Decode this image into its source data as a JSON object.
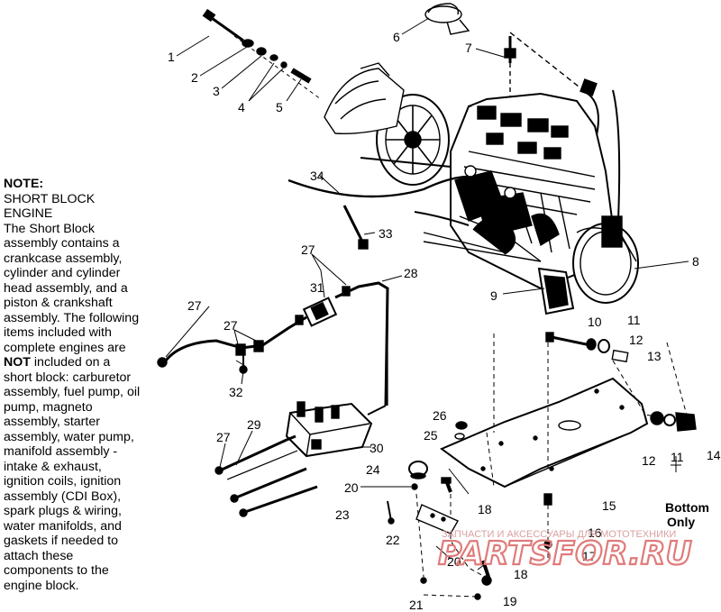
{
  "note": {
    "heading": "NOTE:",
    "title": "SHORT BLOCK ENGINE",
    "line_a": "The Short Block assembly contains a crankcase assembly, cylinder and cylinder head assembly, and a piston & crankshaft assembly.  The following items included with complete engines are",
    "not_word": "NOT",
    "line_b": "included on a short block:  carburetor assembly, fuel pump, oil pump, magneto assembly, starter assembly, water pump, manifold assembly - intake & exhaust, ignition coils, ignition assembly (CDI Box), spark plugs & wiring, water manifolds, and gaskets if needed to attach these components to the engine block."
  },
  "callouts": {
    "c1": "1",
    "c2": "2",
    "c3": "3",
    "c4": "4",
    "c5": "5",
    "c6": "6",
    "c7": "7",
    "c8": "8",
    "c9": "9",
    "c10": "10",
    "c11a": "11",
    "c11b": "11",
    "c12a": "12",
    "c12b": "12",
    "c13": "13",
    "c14": "14",
    "c15": "15",
    "c16": "16",
    "c17": "17",
    "c18a": "18",
    "c18b": "18",
    "c19": "19",
    "c20a": "20",
    "c20b": "20",
    "c21": "21",
    "c22": "22",
    "c23": "23",
    "c24": "24",
    "c25": "25",
    "c26": "26",
    "c27a": "27",
    "c27b": "27",
    "c27c": "27",
    "c27d": "27",
    "c28": "28",
    "c29": "29",
    "c30": "30",
    "c31": "31",
    "c32": "32",
    "c33": "33",
    "c34": "34"
  },
  "bottom_only": {
    "line1": "Bottom",
    "line2": "Only"
  },
  "watermark": {
    "small": "ЗАПЧАСТИ И АКСЕССУАРЫ ДЛЯ МОТОТЕХНИКИ",
    "big": "PARTSFOR.RU"
  },
  "colors": {
    "ink": "#000000",
    "watermark": "#e07a7a"
  }
}
